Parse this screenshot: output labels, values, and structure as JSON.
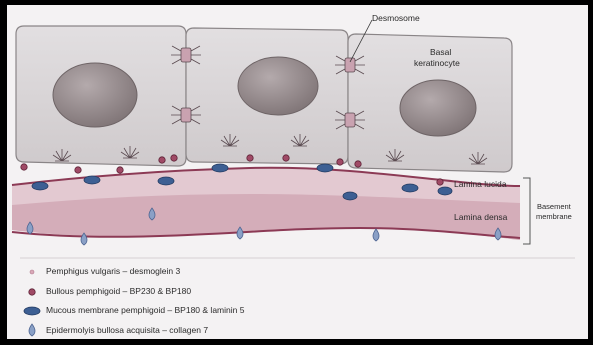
{
  "labels": {
    "desmosome": "Desmosome",
    "basal_keratinocyte_line1": "Basal",
    "basal_keratinocyte_line2": "keratinocyte",
    "lamina_lucida": "Lamina lucida",
    "lamina_densa": "Lamina densa",
    "basement_membrane_line1": "Basement",
    "basement_membrane_line2": "membrane"
  },
  "legend": [
    {
      "marker": "small-dot-icon",
      "text": "Pemphigus vulgaris – desmoglein 3",
      "color": "#d9a8b8"
    },
    {
      "marker": "ring-dot-icon",
      "text": "Bullous pemphigoid – BP230 & BP180",
      "color": "#8c3a55"
    },
    {
      "marker": "blue-oval-icon",
      "text": "Mucous membrane pemphigoid – BP180 & laminin 5",
      "color": "#3d5f93"
    },
    {
      "marker": "teardrop-icon",
      "text": "Epidermolyis bullosa acquisita – collagen 7",
      "color": "#7a8fb3"
    }
  ],
  "colors": {
    "cell_fill": "#d8d4d6",
    "cell_border": "#8a8587",
    "nucleus": "#8f8587",
    "membrane_band": "#d7b8c2",
    "membrane_line": "#8c3a55",
    "blue_oval": "#3d5f93",
    "teardrop": "#8aa0c6"
  }
}
